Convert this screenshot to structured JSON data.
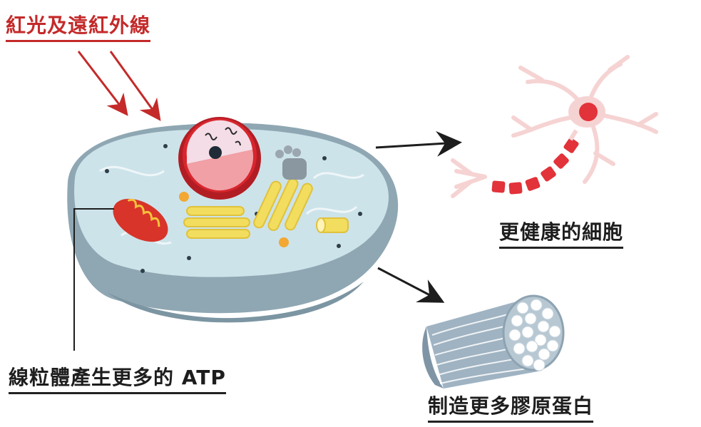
{
  "title": "紅光及遠紅外線",
  "labels": {
    "healthy_cells": "更健康的細胞",
    "mito_atp": "線粒體產生更多的 ATP",
    "collagen": "制造更多膠原蛋白"
  },
  "colors": {
    "title_red": "#c42a2a",
    "text_dark": "#1d1d1d",
    "cell_fill": "#cde3ea",
    "cell_side": "#8fa7b3",
    "nucleus_red": "#d8262e",
    "mito_red": "#d8342a",
    "golgi_yellow": "#f2dd5e",
    "neuron_pink": "#f6d3d3",
    "fiber_blue": "#9fb3c2"
  }
}
